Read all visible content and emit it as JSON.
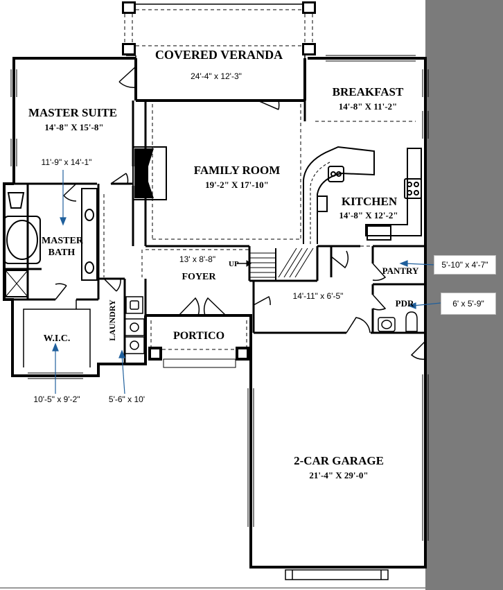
{
  "colors": {
    "wall": "#000000",
    "sidebar": "#7b7b7b",
    "arrow": "#1f5f9c",
    "background": "#ffffff"
  },
  "rooms": {
    "veranda": {
      "name": "COVERED VERANDA",
      "size": "24'-4\" x 12'-3\""
    },
    "breakfast": {
      "name": "BREAKFAST",
      "size": "14'-8\" X 11'-2\""
    },
    "master_suite": {
      "name": "MASTER SUITE",
      "size": "14'-8\" X 15'-8\"",
      "note": "11'-9\" x 14'-1\""
    },
    "family_room": {
      "name": "FAMILY ROOM",
      "size": "19'-2\" X 17'-10\""
    },
    "kitchen": {
      "name": "KITCHEN",
      "size": "14'-8\" X 12'-2\""
    },
    "master_bath": {
      "name_line1": "MASTER",
      "name_line2": "BATH"
    },
    "foyer": {
      "name": "FOYER",
      "note": "13' x 8'-8\"",
      "stair": "UP"
    },
    "pantry": {
      "name": "PANTRY"
    },
    "hall": {
      "note": "14'-11\" x 6'-5\""
    },
    "pdr": {
      "name": "PDR"
    },
    "laundry": {
      "name": "LAUNDRY",
      "note": "5'-6\" x 10'"
    },
    "wic": {
      "name": "W.I.C.",
      "note": "10'-5\" x 9'-2\""
    },
    "portico": {
      "name": "PORTICO"
    },
    "garage": {
      "name": "2-CAR GARAGE",
      "size": "21'-4\" X 29'-0\""
    }
  },
  "callouts": {
    "pantry": "5'-10\" x 4'-7\"",
    "pdr": "6' x 5'-9\""
  }
}
